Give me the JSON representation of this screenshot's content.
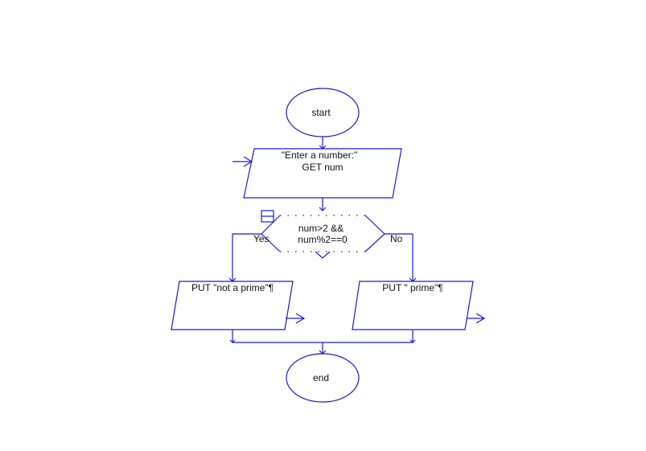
{
  "diagram": {
    "start": {
      "label": "start"
    },
    "input": {
      "line1": "\"Enter a number:\"",
      "line2": "GET num"
    },
    "decision": {
      "line1": "num>2 &&",
      "line2": "num%2==0",
      "yes_label": "Yes",
      "no_label": "No"
    },
    "output_yes": {
      "label": "PUT \"not a prime\"¶"
    },
    "output_no": {
      "label": "PUT \" prime\"¶"
    },
    "end": {
      "label": "end"
    }
  },
  "colors": {
    "stroke": "#1a1ad6",
    "text": "#111111",
    "background": "#ffffff"
  }
}
